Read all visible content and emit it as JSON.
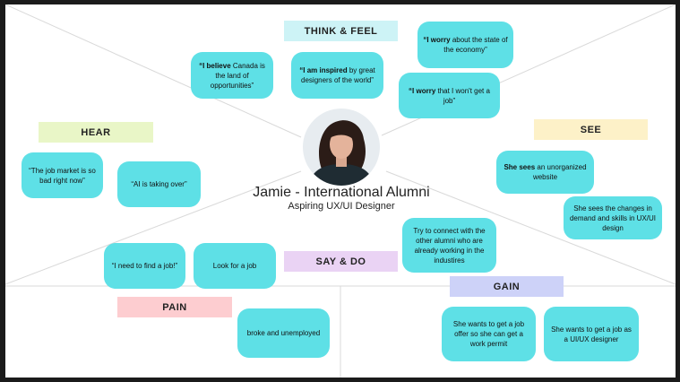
{
  "persona": {
    "name": "Jamie - International Alumni",
    "role": "Aspiring UX/UI Designer"
  },
  "sections": {
    "think_feel": "THINK & FEEL",
    "hear": "HEAR",
    "see": "SEE",
    "say_do": "SAY & DO",
    "pain": "PAIN",
    "gain": "GAIN"
  },
  "notes": {
    "believe": {
      "bold": "“I believe",
      "rest": " Canada is the land of opportunities”"
    },
    "inspired": {
      "bold": "“I am inspired",
      "rest": " by great designers of the world”"
    },
    "worry_economy": {
      "bold": "“I worry",
      "rest": " about the state of the economy”"
    },
    "worry_job": {
      "bold": "“I worry",
      "rest": " that I won't get a job”"
    },
    "job_market": "“The job market is so bad right now”",
    "ai": "“AI is taking over”",
    "sees_website": {
      "bold": "She sees",
      "rest": " an unorganized website"
    },
    "sees_changes": "She sees the changes in demand and skills in UX/UI design",
    "need_job": "“I need to find a job!”",
    "look_job": "Look for a job",
    "connect": "Try to connect with the other alumni who are already working in the industires",
    "broke": "broke and unemployed",
    "work_permit": "She wants to get a job offer so she can get a work permit",
    "uiux_designer": "She wants to get a job as a UI/UX designer"
  },
  "colors": {
    "note": "#5ee0e6",
    "think_feel": "#cdf3f6",
    "hear": "#e9f6c7",
    "see": "#fdf1c8",
    "say_do": "#ead3f4",
    "pain": "#fdcdd0",
    "gain": "#cdd2f8"
  }
}
